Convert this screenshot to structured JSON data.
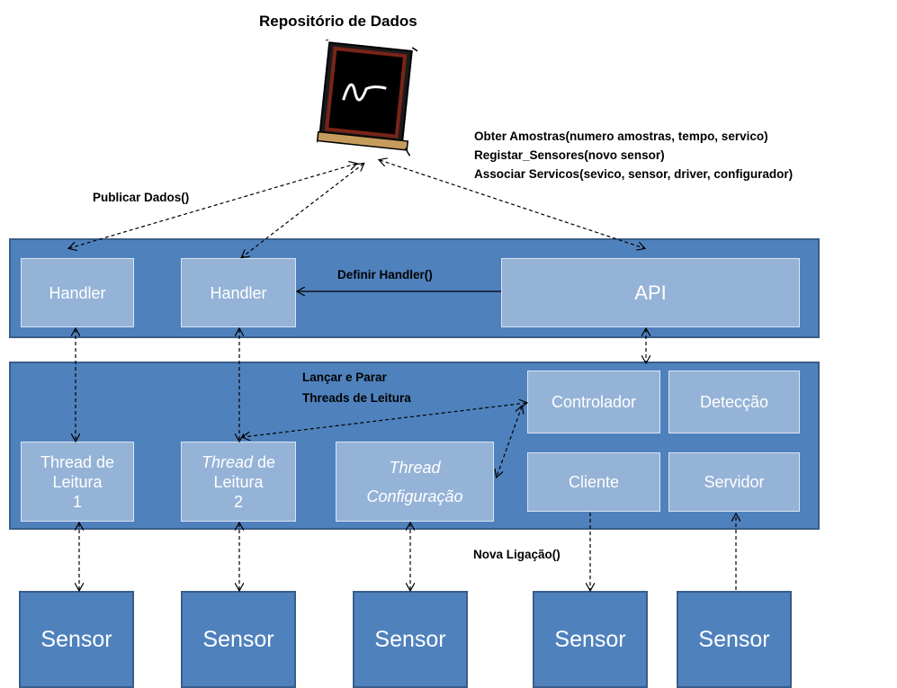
{
  "repository": {
    "title": "Repositório de Dados"
  },
  "api_calls": {
    "line1": "Obter Amostras(numero amostras, tempo, servico)",
    "line2": "Registar_Sensores(novo sensor)",
    "line3": "Associar  Servicos(sevico, sensor, driver, configurador)"
  },
  "labels": {
    "publicar": "Publicar Dados()",
    "definir": "Definir Handler()",
    "lancar1": "Lançar e Parar",
    "lancar2": "Threads de Leitura",
    "nova": "Nova Ligação()"
  },
  "top_band": {
    "handler1": "Handler",
    "handler2": "Handler",
    "api": "API"
  },
  "mid_band": {
    "thread1": {
      "line1": "Thread de",
      "line2": "Leitura",
      "line3": "1"
    },
    "thread2": {
      "line1a": "Thread",
      "line1b": " de",
      "line2": "Leitura",
      "line3": "2"
    },
    "config": {
      "line1": "Thread",
      "line2": "Configuração"
    },
    "controlador": "Controlador",
    "deteccao": "Detecção",
    "cliente": "Cliente",
    "servidor": "Servidor"
  },
  "sensors": [
    "Sensor",
    "Sensor",
    "Sensor",
    "Sensor",
    "Sensor"
  ],
  "icons": {
    "repository": "chalkboard-icon"
  },
  "colors": {
    "band": "#4f81bd",
    "box": "#95b3d7",
    "border": "#385d8a"
  }
}
